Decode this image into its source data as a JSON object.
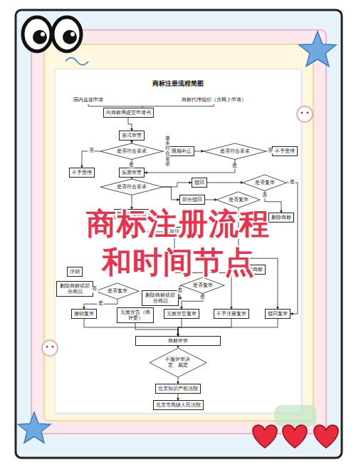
{
  "diagram": {
    "title": "商标注册流程简图",
    "nodes": [
      {
        "text": [
          "向商标局提交申请书"
        ]
      },
      {
        "text": [
          "形式审查"
        ]
      },
      {
        "text": [
          "是否符合要求"
        ]
      },
      {
        "text": [
          "限期补正"
        ]
      },
      {
        "text": [
          "是否符合要求"
        ]
      },
      {
        "text": [
          "不予受理"
        ]
      },
      {
        "text": [
          "不予受理"
        ]
      },
      {
        "text": [
          "实质审查"
        ]
      },
      {
        "text": [
          "是否符合要求"
        ]
      },
      {
        "text": [
          "驳回"
        ]
      },
      {
        "text": [
          "部分驳回"
        ]
      },
      {
        "text": [
          "是否复审"
        ]
      },
      {
        "text": [
          "是否复审"
        ]
      },
      {
        "text": [
          "删除商标"
        ]
      },
      {
        "text": [
          "初步审定公告"
        ]
      },
      {
        "text": [
          "异议"
        ]
      },
      {
        "text": [
          "注销"
        ]
      },
      {
        "text": [
          "删除商标"
        ]
      },
      {
        "text": [
          "删除商标或部分商品"
        ]
      },
      {
        "text": [
          "是否复审"
        ]
      },
      {
        "text": [
          "是否复审"
        ]
      },
      {
        "text": [
          "删除商标或部分商品"
        ]
      },
      {
        "text": [
          "撤销复审"
        ]
      },
      {
        "text": [
          "无效宣告（商评委）"
        ]
      },
      {
        "text": [
          "无效宣告复审"
        ]
      },
      {
        "text": [
          "不予注册复审"
        ]
      },
      {
        "text": [
          "驳回复审"
        ]
      },
      {
        "text": [
          "商标评审"
        ]
      },
      {
        "text": [
          "不服评审决定、裁定"
        ]
      },
      {
        "text": [
          "北京知识产权法院"
        ]
      },
      {
        "text": [
          "北京市高级人民法院"
        ]
      }
    ],
    "edges": [
      {
        "from": 0,
        "to": 1,
        "arrow": "to"
      },
      {
        "from": 1,
        "to": 2,
        "arrow": "to"
      },
      {
        "from": 2,
        "to": 6,
        "arrow": "to",
        "label": "否"
      },
      {
        "from": 2,
        "to": 3,
        "arrow": "to",
        "label": "基本符合要求"
      },
      {
        "from": 3,
        "to": 4,
        "arrow": "to"
      },
      {
        "from": 4,
        "to": 5,
        "arrow": "to",
        "label": "否"
      },
      {
        "from": 4,
        "to": 7,
        "arrow": "to",
        "label": "是"
      },
      {
        "from": 2,
        "to": 7,
        "arrow": "to",
        "label": "是"
      },
      {
        "from": 7,
        "to": 8,
        "arrow": "to"
      },
      {
        "from": 8,
        "to": 9,
        "arrow": "to"
      },
      {
        "from": 8,
        "to": 10,
        "arrow": "to"
      },
      {
        "from": 8,
        "to": 14,
        "arrow": "to"
      },
      {
        "from": 9,
        "to": 12,
        "arrow": "to"
      },
      {
        "from": 12,
        "to": 13,
        "arrow": "to",
        "label": "否"
      },
      {
        "from": 12,
        "to": 26,
        "arrow": "to",
        "label": "是"
      },
      {
        "from": 10,
        "to": 11,
        "arrow": "to"
      },
      {
        "from": 11,
        "to": 26,
        "arrow": "to",
        "label": "是"
      },
      {
        "from": 14,
        "to": 15,
        "arrow": "to"
      },
      {
        "from": 15,
        "to": 25,
        "arrow": "to"
      },
      {
        "from": 19,
        "to": 18,
        "arrow": "to",
        "label": "否"
      },
      {
        "from": 19,
        "to": 22,
        "arrow": "to",
        "label": "是"
      },
      {
        "from": 20,
        "to": 21,
        "arrow": "to",
        "label": "否"
      },
      {
        "from": 20,
        "to": 24,
        "arrow": "to",
        "label": "是"
      },
      {
        "from": 22,
        "to": 27,
        "arrow": "to"
      },
      {
        "from": 23,
        "to": 27,
        "arrow": "to"
      },
      {
        "from": 24,
        "to": 27,
        "arrow": "to"
      },
      {
        "from": 25,
        "to": 27,
        "arrow": "to"
      },
      {
        "from": 26,
        "to": 27,
        "arrow": "to"
      },
      {
        "from": 27,
        "to": 28,
        "arrow": "to"
      },
      {
        "from": 28,
        "to": 29,
        "arrow": "to"
      },
      {
        "from": 29,
        "to": 30,
        "arrow": "to"
      }
    ],
    "labels": [
      "国内直接申请",
      "商标代理组织（含网上申请）",
      "商标注册流程",
      "和时间节点"
    ]
  }
}
